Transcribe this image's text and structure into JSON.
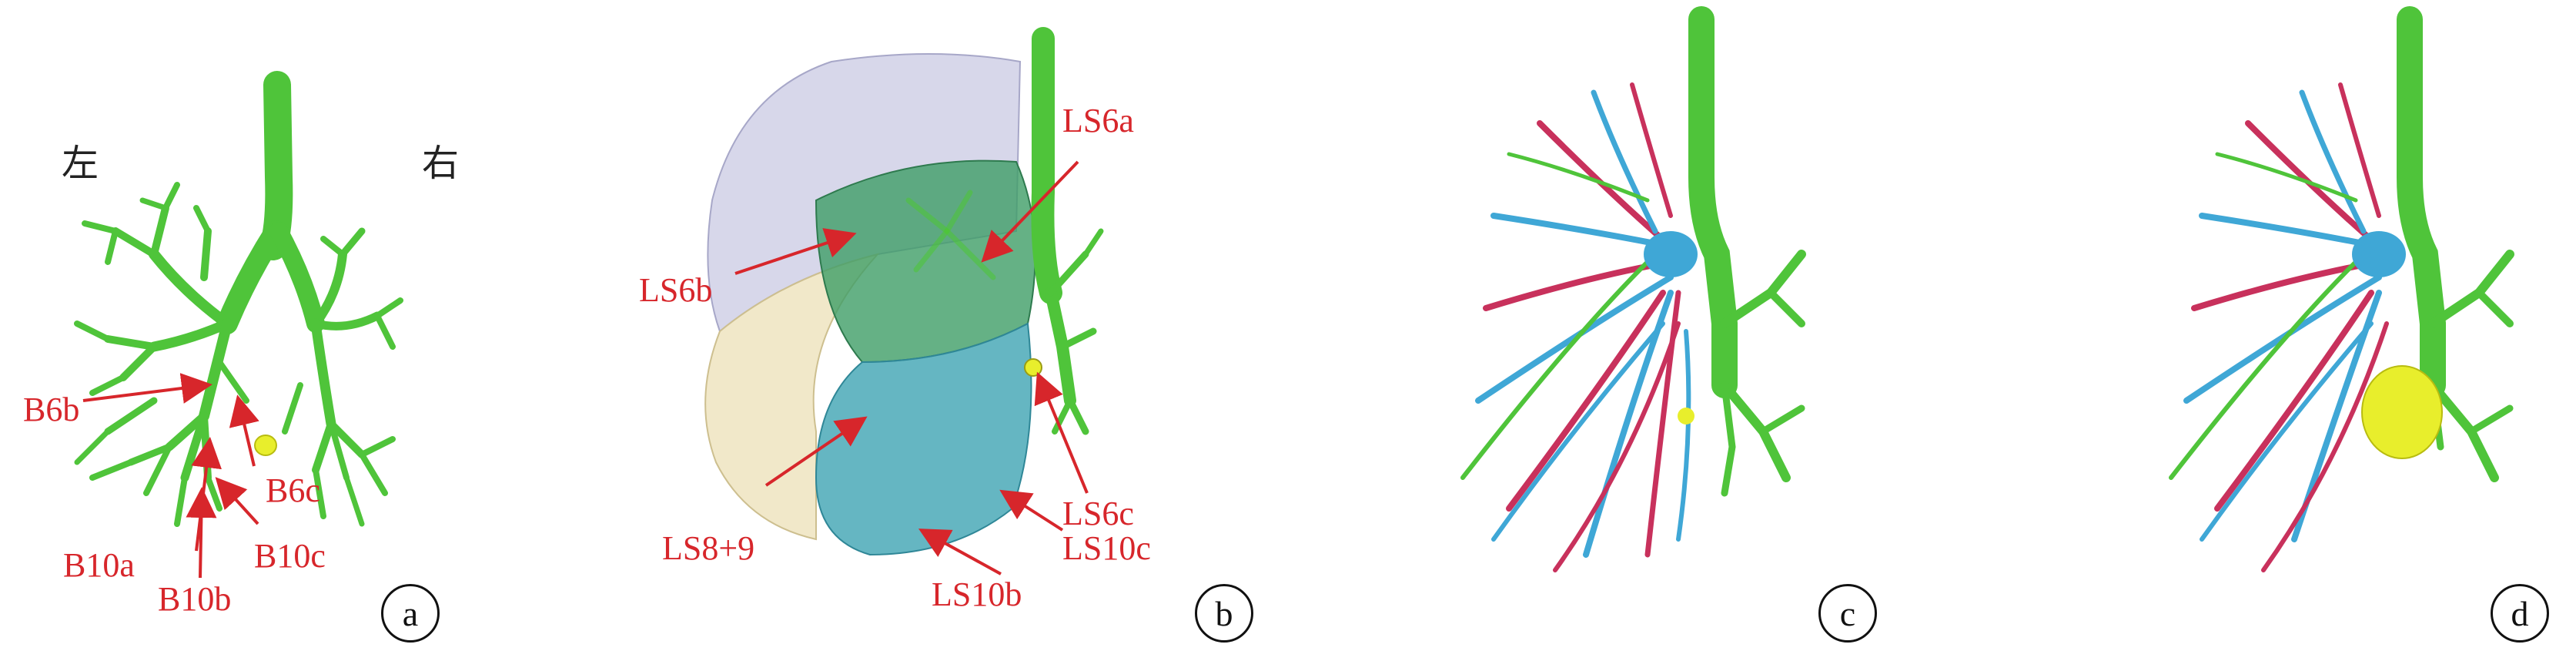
{
  "panel_a": {
    "side_left": "左",
    "side_right": "右",
    "labels": {
      "b6b": "B6b",
      "b6c": "B6c",
      "b10a": "B10a",
      "b10b": "B10b",
      "b10c": "B10c"
    },
    "panel_letter": "a"
  },
  "panel_b": {
    "labels": {
      "ls6a": "LS6a",
      "ls6b": "LS6b",
      "ls6c": "LS6c",
      "ls8_9": "LS8+9",
      "ls10b": "LS10b",
      "ls10c": "LS10c"
    },
    "panel_letter": "b"
  },
  "panel_c": {
    "panel_letter": "c"
  },
  "panel_d": {
    "panel_letter": "d"
  },
  "colors": {
    "airway": "#4fc43a",
    "artery": "#c8315c",
    "vein": "#3fa7d6",
    "nodule": "#e8ee2c",
    "annotation": "#d7262b",
    "lung_upper": "#c9c9e3",
    "lung_lower": "#efe4bf",
    "segment_s6": "#3f9e66",
    "segment_s10": "#4aa9b7"
  }
}
